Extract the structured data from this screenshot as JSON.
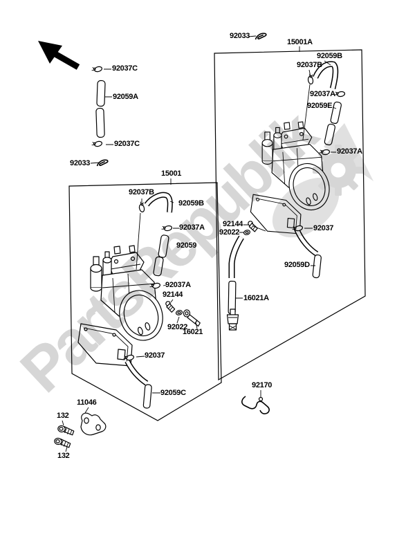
{
  "meta": {
    "description": "Carburetor parts exploded diagram",
    "colors": {
      "line": "#000000",
      "background": "#ffffff",
      "watermark": "#d6d6d6"
    }
  },
  "watermark": {
    "text": "PartsRepublik"
  },
  "assembly_boxes": [
    {
      "label": "15001"
    },
    {
      "label": "15001A"
    }
  ],
  "callouts": [
    {
      "text": "92037C"
    },
    {
      "text": "92059A"
    },
    {
      "text": "92037C"
    },
    {
      "text": "92033"
    },
    {
      "text": "15001"
    },
    {
      "text": "92033"
    },
    {
      "text": "15001A"
    },
    {
      "text": "92059B"
    },
    {
      "text": "92037B"
    },
    {
      "text": "92037A"
    },
    {
      "text": "92059E"
    },
    {
      "text": "92037A"
    },
    {
      "text": "92144"
    },
    {
      "text": "92022"
    },
    {
      "text": "92037"
    },
    {
      "text": "92059D"
    },
    {
      "text": "16021A"
    },
    {
      "text": "92170"
    },
    {
      "text": "92037B"
    },
    {
      "text": "92059B"
    },
    {
      "text": "92037A"
    },
    {
      "text": "92059"
    },
    {
      "text": "92037A"
    },
    {
      "text": "92144"
    },
    {
      "text": "92022"
    },
    {
      "text": "16021"
    },
    {
      "text": "92037"
    },
    {
      "text": "92059C"
    },
    {
      "text": "11046"
    },
    {
      "text": "132"
    },
    {
      "text": "132"
    }
  ]
}
